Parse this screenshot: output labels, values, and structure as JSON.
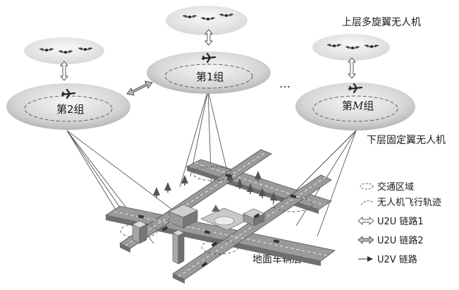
{
  "labels": {
    "upper_layer": "上层多旋翼无人机",
    "lower_layer": "下层固定翼无人机",
    "ground_layer": "地面车辆层",
    "ellipsis": "…"
  },
  "groups": [
    {
      "name": "第1组"
    },
    {
      "name": "第2组"
    },
    {
      "name_prefix": "第",
      "name_italic": "M",
      "name_suffix": "组"
    }
  ],
  "legend": [
    {
      "icon": "dashed-ellipse-icon",
      "label": "交通区域"
    },
    {
      "icon": "dashed-arc-icon",
      "label": "无人机飞行轨迹"
    },
    {
      "icon": "white-double-arrow-icon",
      "label": "U2U 链路1"
    },
    {
      "icon": "gray-double-arrow-icon",
      "label": "U2U 链路2"
    },
    {
      "icon": "thin-arrow-icon",
      "label": "U2V 链路"
    }
  ],
  "colors": {
    "ellipse_fill_light": "#f2f2f2",
    "ellipse_fill_dark": "#b9b9b9",
    "road": "#9a9a9a",
    "road_edge": "#5a5a5a",
    "ground_line": "#555555"
  }
}
